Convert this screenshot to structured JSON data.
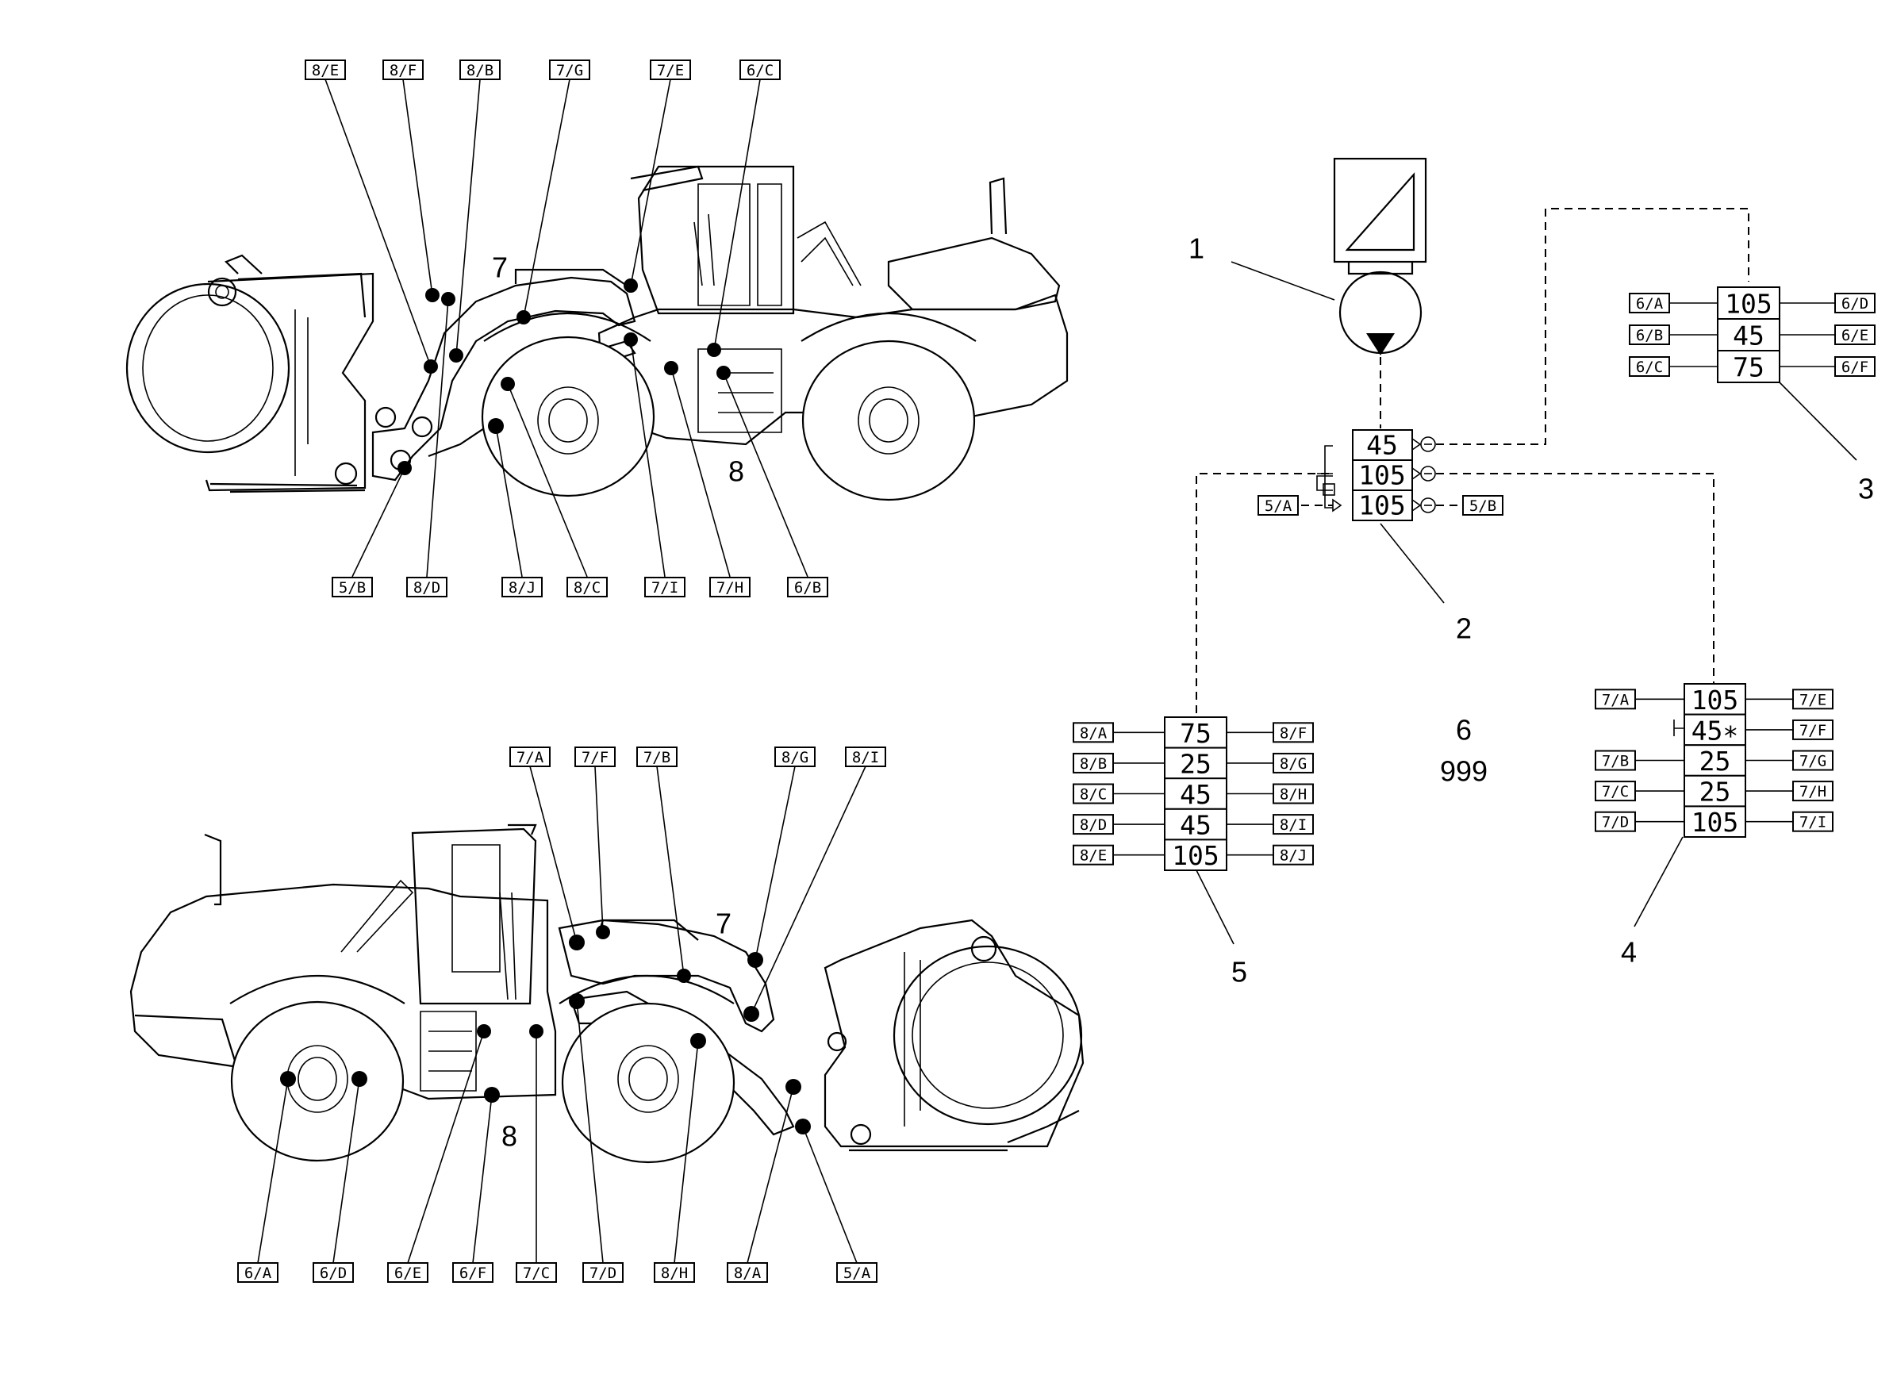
{
  "top_view": {
    "top_labels": [
      "8/E",
      "8/F",
      "8/B",
      "7/G",
      "7/E",
      "6/C"
    ],
    "bottom_labels": [
      "5/B",
      "8/D",
      "8/J",
      "8/C",
      "7/I",
      "7/H",
      "6/B"
    ],
    "callout_7": "7",
    "callout_8": "8"
  },
  "bottom_view": {
    "top_labels": [
      "7/A",
      "7/F",
      "7/B",
      "8/G",
      "8/I"
    ],
    "bottom_labels": [
      "6/A",
      "6/D",
      "6/E",
      "6/F",
      "7/C",
      "7/D",
      "8/H",
      "8/A",
      "5/A"
    ],
    "callout_7": "7",
    "callout_8": "8"
  },
  "schematic": {
    "callouts": [
      "1",
      "2",
      "3",
      "4",
      "5"
    ],
    "center_text": [
      "6",
      "999"
    ],
    "manifold": {
      "rows": [
        "45",
        "105",
        "105"
      ],
      "left_label": "5/A",
      "right_label": "5/B"
    },
    "block_3": {
      "left_labels": [
        "6/A",
        "6/B",
        "6/C"
      ],
      "right_labels": [
        "6/D",
        "6/E",
        "6/F"
      ],
      "values": [
        "105",
        "45",
        "75"
      ]
    },
    "block_4": {
      "left_labels": [
        "7/A",
        "",
        "7/B",
        "7/C",
        "7/D"
      ],
      "right_labels": [
        "7/E",
        "7/F",
        "7/G",
        "7/H",
        "7/I"
      ],
      "values": [
        "105",
        "45∗",
        "25",
        "25",
        "105"
      ]
    },
    "block_5": {
      "left_labels": [
        "8/A",
        "8/B",
        "8/C",
        "8/D",
        "8/E"
      ],
      "right_labels": [
        "8/F",
        "8/G",
        "8/H",
        "8/I",
        "8/J"
      ],
      "values": [
        "75",
        "25",
        "45",
        "45",
        "105"
      ]
    }
  }
}
